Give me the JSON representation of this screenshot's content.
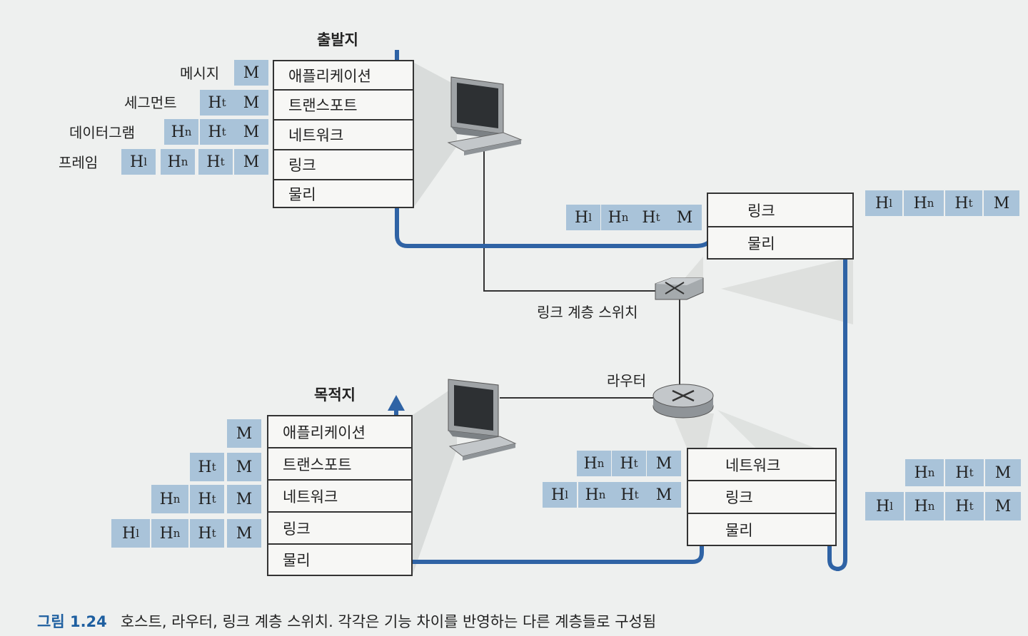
{
  "host_source": {
    "title": "출발지",
    "layers": [
      "애플리케이션",
      "트랜스포트",
      "네트워크",
      "링크",
      "물리"
    ],
    "message_labels": [
      "메시지",
      "세그먼트",
      "데이터그램",
      "프레임"
    ]
  },
  "host_dest": {
    "title": "목적지",
    "layers": [
      "애플리케이션",
      "트랜스포트",
      "네트워크",
      "링크",
      "물리"
    ]
  },
  "switch": {
    "label": "링크 계층 스위치",
    "layers": [
      "링크",
      "물리"
    ]
  },
  "router": {
    "label": "라우터",
    "layers": [
      "네트워크",
      "링크",
      "물리"
    ]
  },
  "header_text": {
    "M": "M",
    "H": "H",
    "t": "t",
    "n": "n",
    "l": "l"
  },
  "caption": {
    "number": "그림 1.24",
    "text": "호스트, 라우터, 링크 계층 스위치. 각각은 기능 차이를 반영하는 다른 계층들로 구성됨"
  },
  "colors": {
    "header_fill": "#a9c3d9",
    "path_blue": "#2f63a5",
    "caption_blue": "#1e5fa0"
  }
}
